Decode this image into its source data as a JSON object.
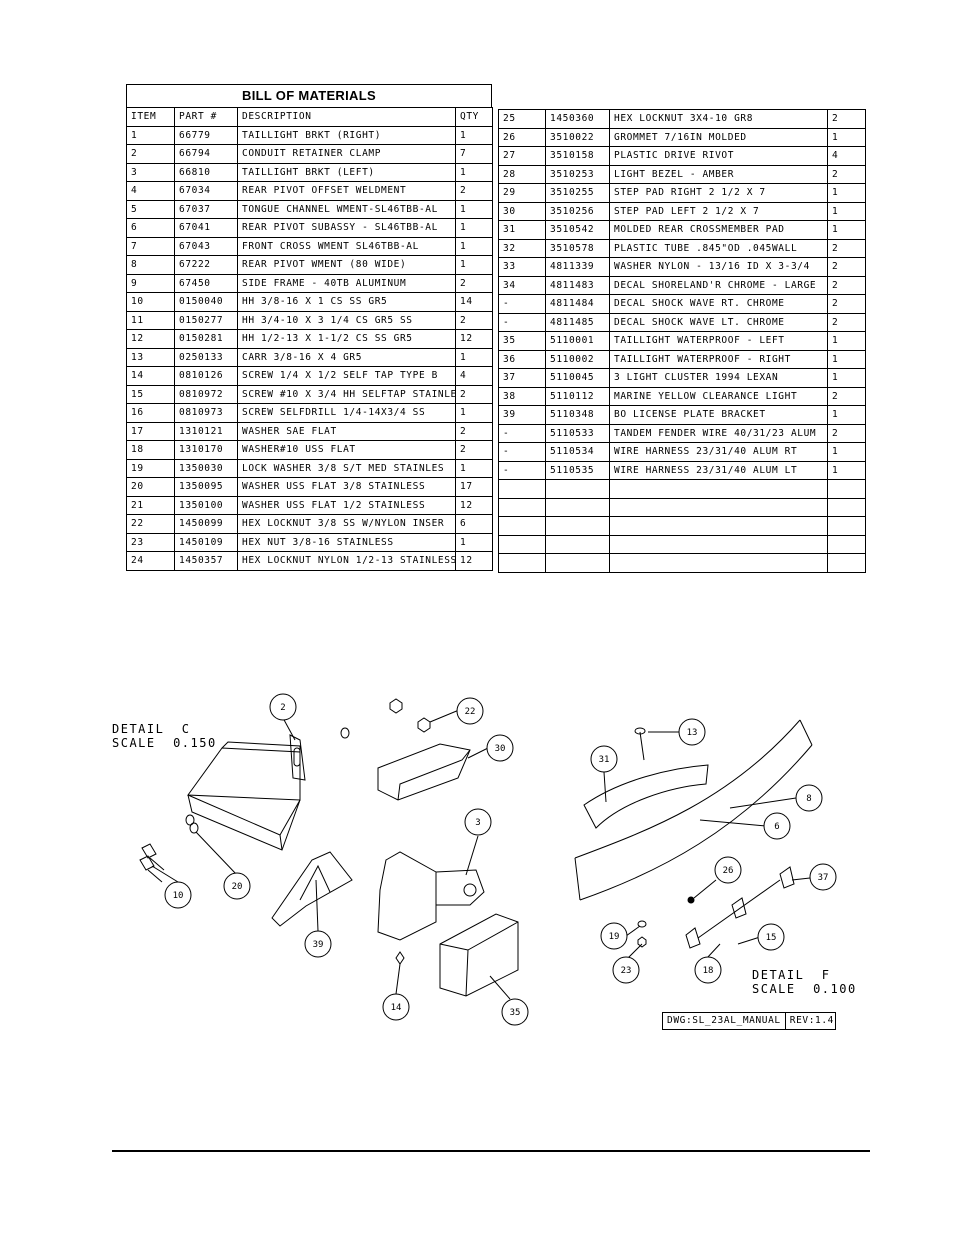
{
  "bom": {
    "title": "BILL OF MATERIALS",
    "headers": [
      "ITEM",
      "PART #",
      "DESCRIPTION",
      "QTY"
    ],
    "left_rows": [
      [
        "1",
        "66779",
        "TAILLIGHT BRKT (RIGHT)",
        "1"
      ],
      [
        "2",
        "66794",
        "CONDUIT RETAINER CLAMP",
        "7"
      ],
      [
        "3",
        "66810",
        "TAILLIGHT BRKT (LEFT)",
        "1"
      ],
      [
        "4",
        "67034",
        "REAR PIVOT OFFSET WELDMENT",
        "2"
      ],
      [
        "5",
        "67037",
        "TONGUE CHANNEL WMENT-SL46TBB-AL",
        "1"
      ],
      [
        "6",
        "67041",
        "REAR PIVOT SUBASSY - SL46TBB-AL",
        "1"
      ],
      [
        "7",
        "67043",
        "FRONT CROSS WMENT SL46TBB-AL",
        "1"
      ],
      [
        "8",
        "67222",
        "REAR PIVOT WMENT (80 WIDE)",
        "1"
      ],
      [
        "9",
        "67450",
        "SIDE FRAME - 40TB ALUMINUM",
        "2"
      ],
      [
        "10",
        "0150040",
        "HH 3/8-16 X 1 CS SS GR5",
        "14"
      ],
      [
        "11",
        "0150277",
        "HH 3/4-10 X 3 1/4 CS GR5 SS",
        "2"
      ],
      [
        "12",
        "0150281",
        "HH 1/2-13 X 1-1/2 CS SS GR5",
        "12"
      ],
      [
        "13",
        "0250133",
        "CARR 3/8-16 X 4 GR5",
        "1"
      ],
      [
        "14",
        "0810126",
        "SCREW 1/4 X 1/2 SELF TAP TYPE B",
        "4"
      ],
      [
        "15",
        "0810972",
        "SCREW #10 X 3/4 HH SELFTAP STAINLES",
        "2"
      ],
      [
        "16",
        "0810973",
        "SCREW SELFDRILL 1/4-14X3/4 SS",
        "1"
      ],
      [
        "17",
        "1310121",
        "WASHER SAE FLAT",
        "2"
      ],
      [
        "18",
        "1310170",
        "WASHER#10 USS FLAT",
        "2"
      ],
      [
        "19",
        "1350030",
        "LOCK WASHER 3/8 S/T MED STAINLES",
        "1"
      ],
      [
        "20",
        "1350095",
        "WASHER USS FLAT 3/8 STAINLESS",
        "17"
      ],
      [
        "21",
        "1350100",
        "WASHER USS FLAT 1/2 STAINLESS",
        "12"
      ],
      [
        "22",
        "1450099",
        "HEX LOCKNUT 3/8 SS W/NYLON INSER",
        "6"
      ],
      [
        "23",
        "1450109",
        "HEX NUT 3/8-16 STAINLESS",
        "1"
      ],
      [
        "24",
        "1450357",
        "HEX LOCKNUT NYLON 1/2-13 STAINLESS",
        "12"
      ]
    ],
    "right_rows": [
      [
        "25",
        "1450360",
        "HEX LOCKNUT 3X4-10 GR8",
        "2"
      ],
      [
        "26",
        "3510022",
        "GROMMET  7/16IN MOLDED",
        "1"
      ],
      [
        "27",
        "3510158",
        "PLASTIC DRIVE RIVOT",
        "4"
      ],
      [
        "28",
        "3510253",
        "LIGHT BEZEL - AMBER",
        "2"
      ],
      [
        "29",
        "3510255",
        "STEP PAD  RIGHT  2 1/2 X  7",
        "1"
      ],
      [
        "30",
        "3510256",
        "STEP PAD  LEFT  2 1/2 X  7",
        "1"
      ],
      [
        "31",
        "3510542",
        "MOLDED REAR CROSSMEMBER PAD",
        "1"
      ],
      [
        "32",
        "3510578",
        "PLASTIC TUBE .845\"OD .045WALL",
        "2"
      ],
      [
        "33",
        "4811339",
        "WASHER NYLON - 13/16 ID X 3-3/4",
        "2"
      ],
      [
        "34",
        "4811483",
        "DECAL SHORELAND'R CHROME - LARGE",
        "2"
      ],
      [
        "-",
        "4811484",
        "DECAL SHOCK WAVE RT. CHROME",
        "2"
      ],
      [
        "-",
        "4811485",
        "DECAL SHOCK WAVE LT. CHROME",
        "2"
      ],
      [
        "35",
        "5110001",
        "TAILLIGHT WATERPROOF - LEFT",
        "1"
      ],
      [
        "36",
        "5110002",
        "TAILLIGHT WATERPROOF - RIGHT",
        "1"
      ],
      [
        "37",
        "5110045",
        "3 LIGHT CLUSTER  1994  LEXAN",
        "1"
      ],
      [
        "38",
        "5110112",
        "MARINE YELLOW CLEARANCE LIGHT",
        "2"
      ],
      [
        "39",
        "5110348",
        "BO LICENSE PLATE BRACKET",
        "1"
      ],
      [
        "-",
        "5110533",
        "TANDEM FENDER WIRE 40/31/23 ALUM",
        "2"
      ],
      [
        "-",
        "5110534",
        "WIRE HARNESS 23/31/40 ALUM RT",
        "1"
      ],
      [
        "-",
        "5110535",
        "WIRE HARNESS 23/31/40 ALUM LT",
        "1"
      ],
      [
        "",
        "",
        "",
        ""
      ],
      [
        "",
        "",
        "",
        ""
      ],
      [
        "",
        "",
        "",
        ""
      ],
      [
        "",
        "",
        "",
        ""
      ],
      [
        "",
        "",
        "",
        ""
      ]
    ]
  },
  "detail_c": {
    "line1": "DETAIL  C",
    "line2": "SCALE  0.150"
  },
  "detail_f": {
    "line1": "DETAIL  F",
    "line2": "SCALE  0.100"
  },
  "balloons": [
    "2",
    "22",
    "30",
    "10",
    "20",
    "3",
    "39",
    "14",
    "35",
    "13",
    "31",
    "8",
    "6",
    "26",
    "37",
    "19",
    "15",
    "23",
    "18"
  ],
  "title_block": {
    "dwg": "DWG:SL_23AL_MANUAL",
    "rev": "REV:1.4"
  }
}
